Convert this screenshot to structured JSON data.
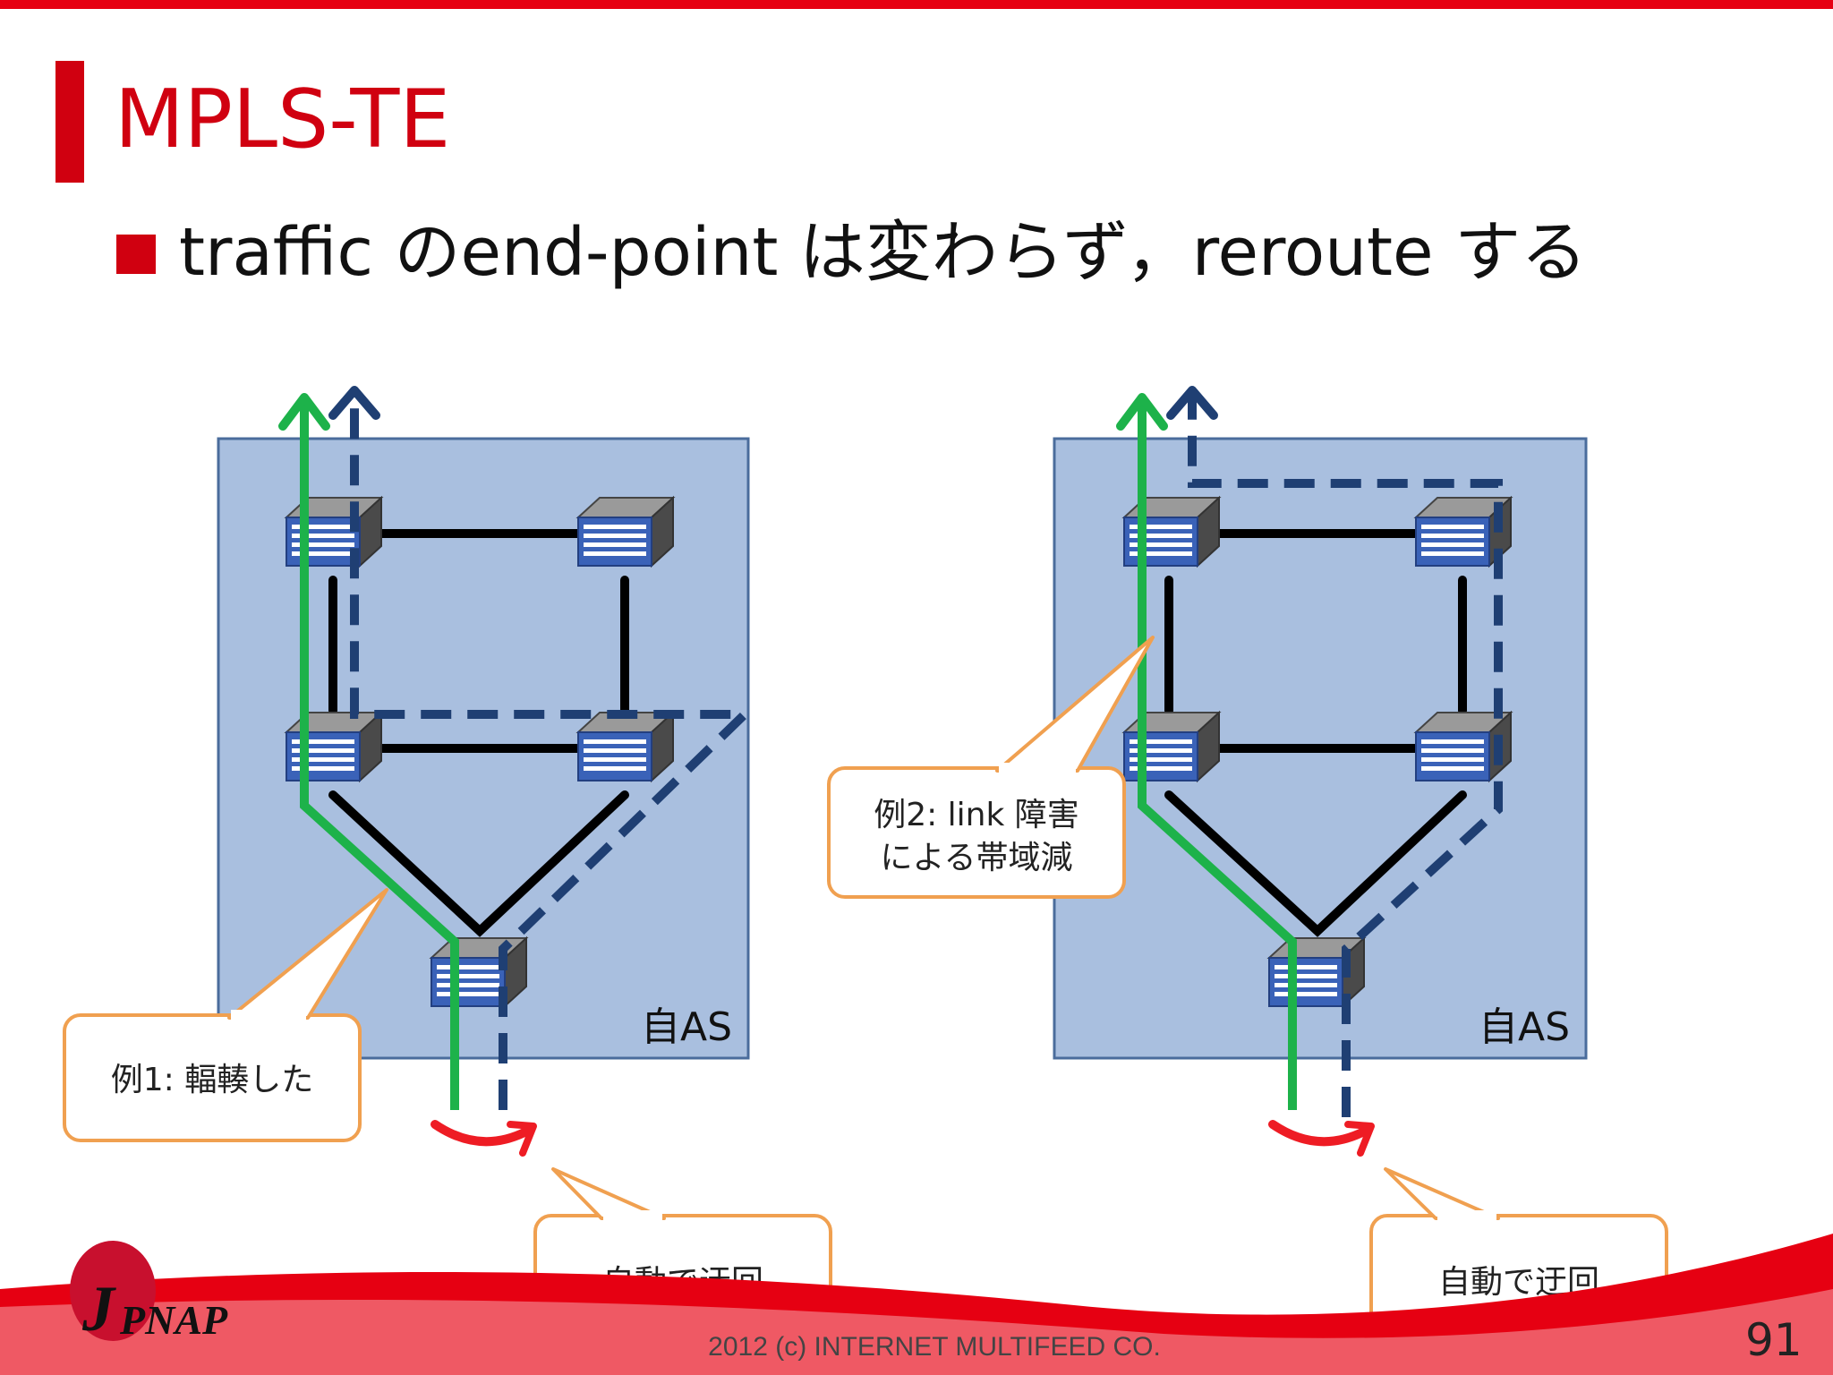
{
  "slide": {
    "title": "MPLS-TE",
    "bullet": "traffic のend-point は変わらず，reroute する",
    "footer_copyright": "2012 (c) INTERNET MULTIFEED CO.",
    "page_number": "91",
    "logo_text": "JPNAP"
  },
  "diagrams": [
    {
      "as_label": "自AS",
      "callout_example": "例1: 輻輳した",
      "callout_reroute": "自動で迂回"
    },
    {
      "as_label": "自AS",
      "callout_example_line1": "例2: link 障害",
      "callout_example_line2": "による帯域減",
      "callout_reroute": "自動で迂回"
    }
  ],
  "colors": {
    "accent_red": "#d00010",
    "as_box_fill": "#a9bfdf",
    "as_box_border": "#4a6c9c",
    "primary_path": "#1db24a",
    "backup_path": "#1f3f73",
    "callout_border": "#f0a050"
  }
}
